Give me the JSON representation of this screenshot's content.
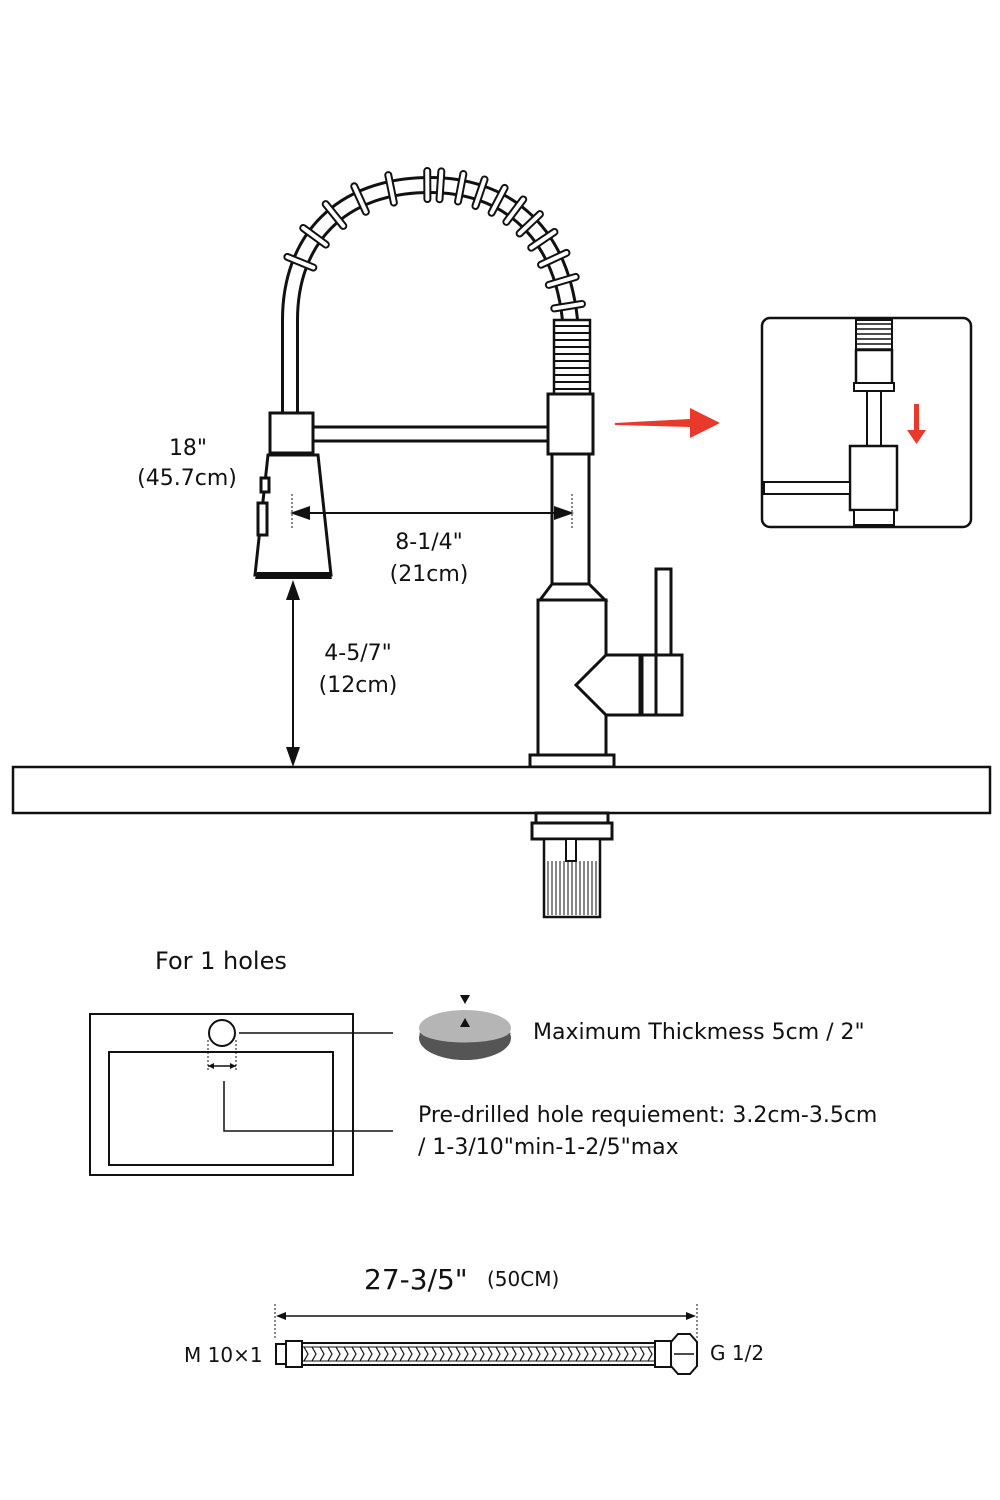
{
  "faucet": {
    "height_in": "18\"",
    "height_cm": "(45.7cm)",
    "reach_in": "8-1/4\"",
    "reach_cm": "(21cm)",
    "clearance_in": "4-5/7\"",
    "clearance_cm": "(12cm)"
  },
  "install": {
    "heading": "For 1 holes",
    "thickness": "Maximum Thickmess 5cm / 2\"",
    "hole_line1": "Pre-drilled hole requiement: 3.2cm-3.5cm",
    "hole_line2": "/ 1-3/10\"min-1-2/5\"max"
  },
  "hose": {
    "length_in": "27-3/5\"",
    "length_cm": "(50CM)",
    "left_thread": "M 10×1",
    "right_thread": "G 1/2"
  },
  "colors": {
    "line": "#111111",
    "accent_arrow": "#e8392a",
    "disc_top": "#b5b5b5",
    "disc_bottom": "#555555"
  }
}
